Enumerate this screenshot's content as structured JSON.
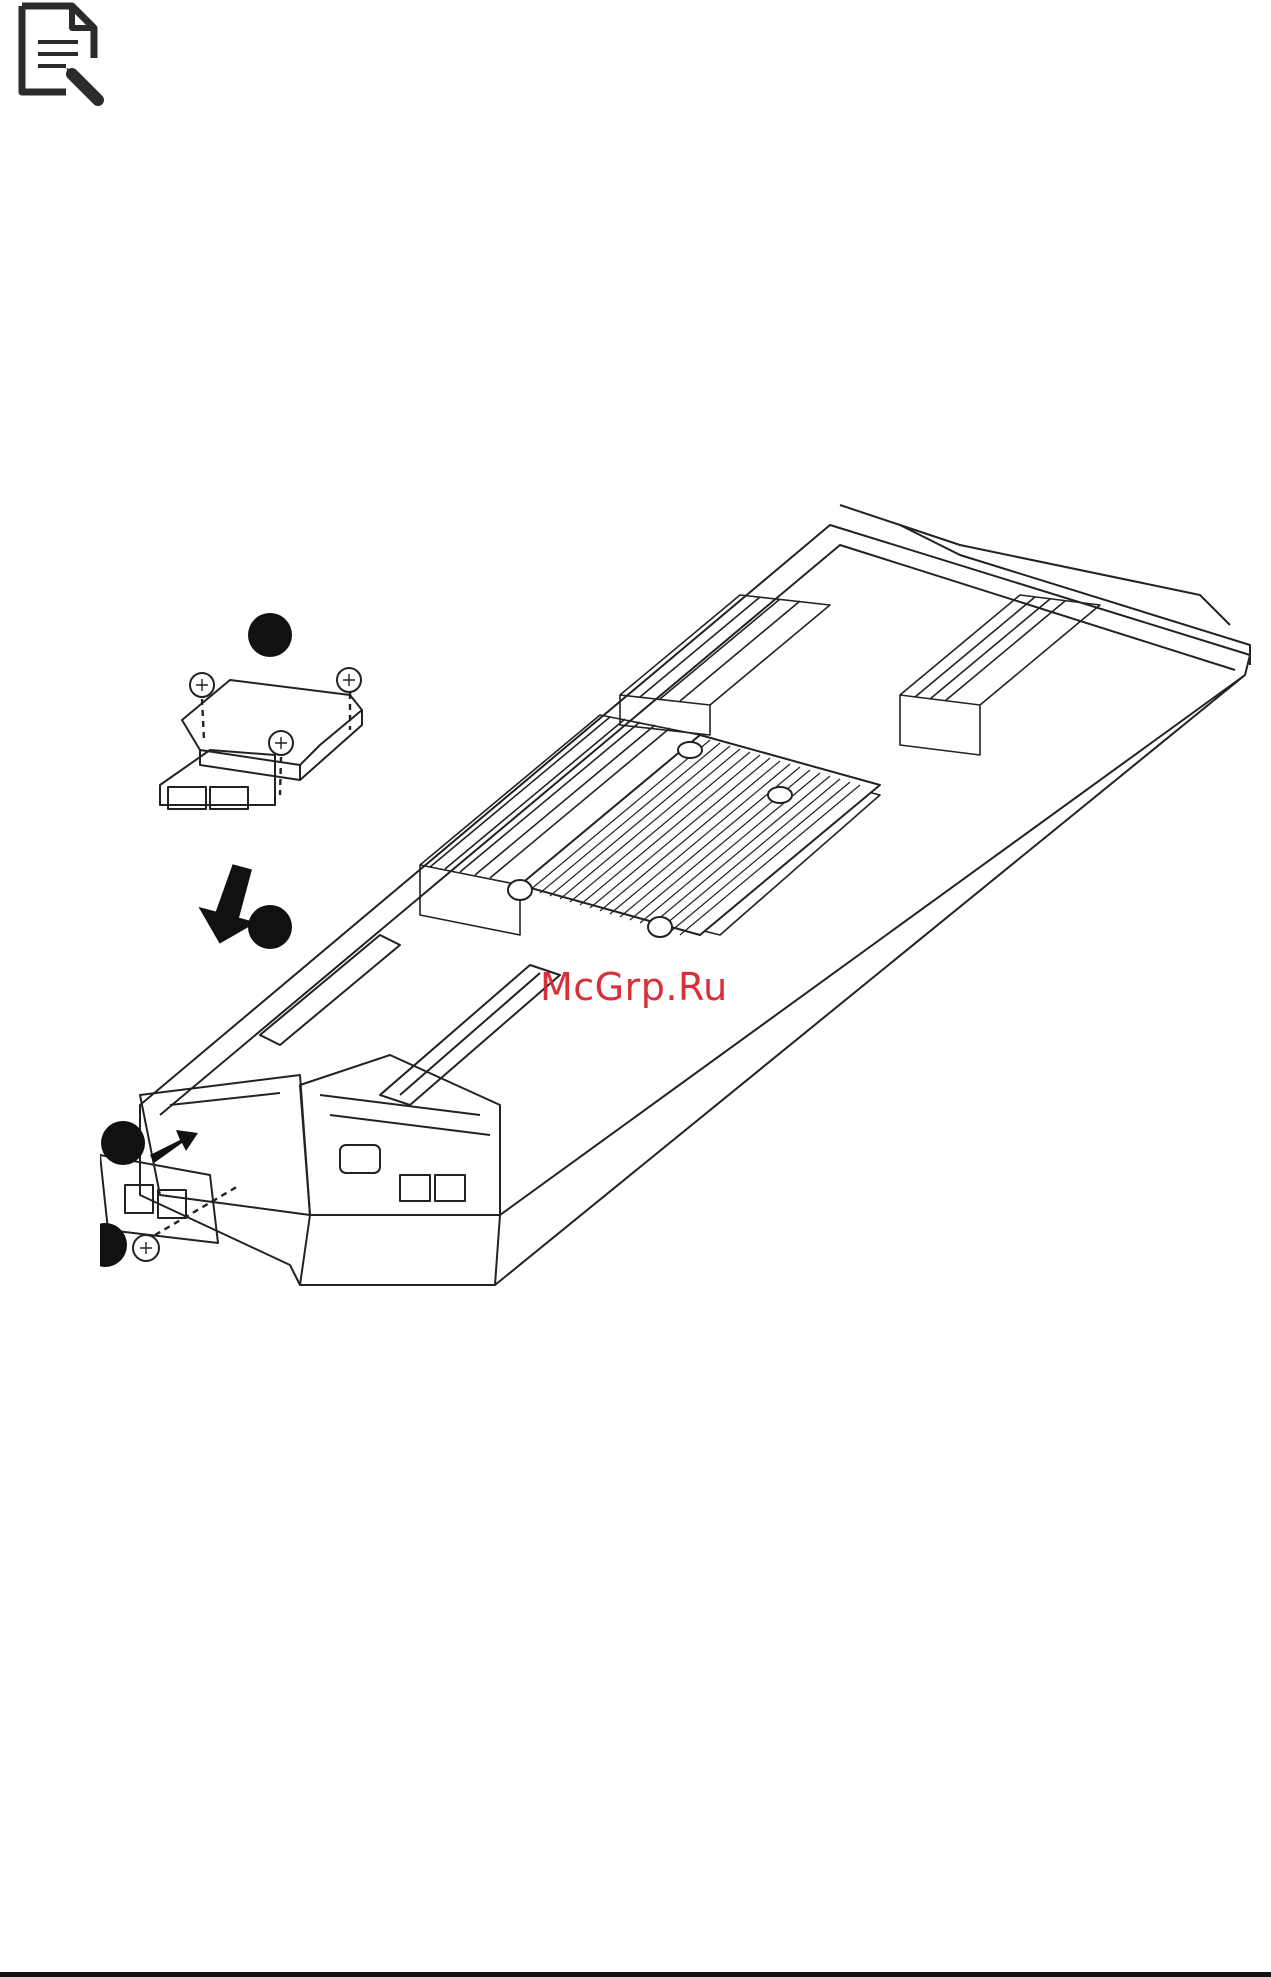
{
  "header": {
    "icon": "note-document-pencil-icon"
  },
  "figure": {
    "watermark": "McGrp.Ru",
    "callouts": [
      "step-1",
      "step-2",
      "step-3",
      "step-4"
    ]
  },
  "colors": {
    "ink": "#222222",
    "watermark": "#d9232e",
    "footer_rule": "#111111"
  }
}
